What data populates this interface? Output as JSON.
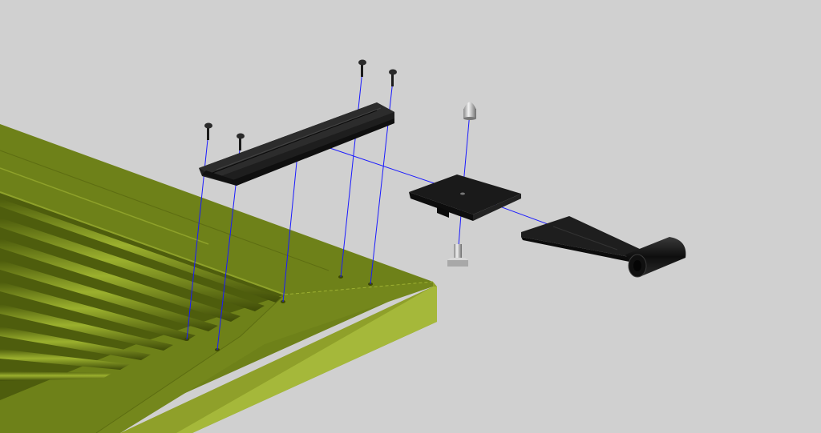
{
  "scene": {
    "type": "exploded-assembly-view",
    "background_color": "#d0d0d0",
    "panel_color": "#7a8c1f",
    "panel_top_color": "#6f8119",
    "panel_edge_color": "#8fa12c",
    "part_color": "#1c1c1c",
    "guide_line_color": "#1a1aff",
    "nut_color": "#c8c8c8",
    "components": [
      {
        "name": "shutter-panel"
      },
      {
        "name": "hinge-strap-plate"
      },
      {
        "name": "wood-screw",
        "count": 4
      },
      {
        "name": "mounting-bracket"
      },
      {
        "name": "acorn-nut"
      },
      {
        "name": "threaded-stud"
      },
      {
        "name": "hinge-pin-leaf"
      }
    ]
  }
}
